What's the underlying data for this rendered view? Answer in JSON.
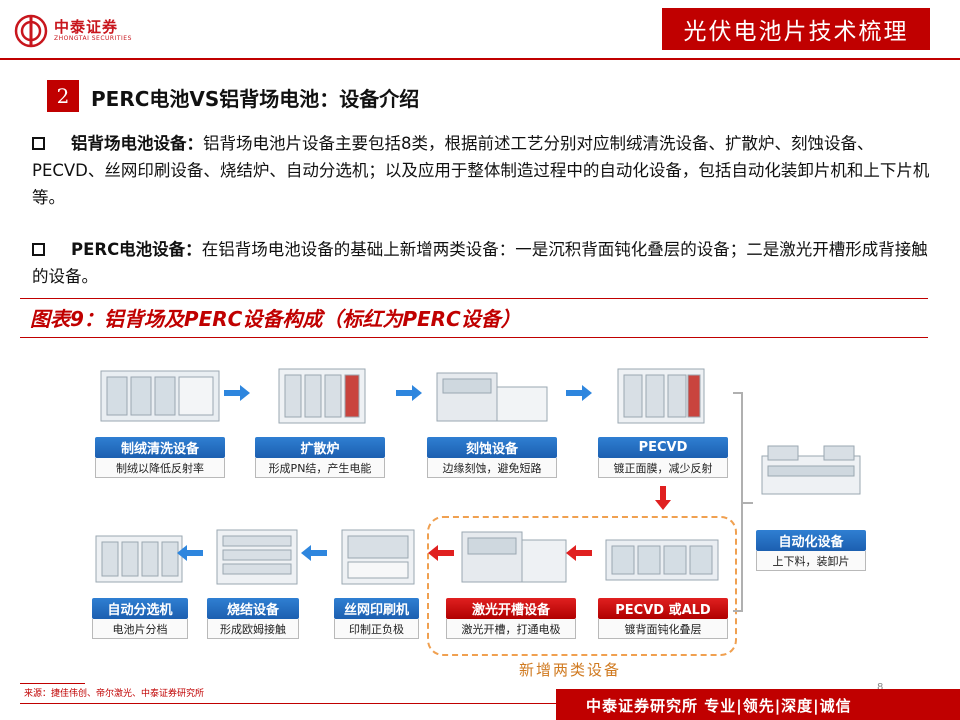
{
  "header": {
    "logo_cn": "中泰证券",
    "logo_en": "ZHONGTAI SECURITIES",
    "badge": "光伏电池片技术梳理"
  },
  "section": {
    "number": "2",
    "title": "PERC电池VS铝背场电池：设备介绍"
  },
  "paragraphs": [
    {
      "lead": "铝背场电池设备：",
      "text": "铝背场电池片设备主要包括8类，根据前述工艺分别对应制绒清洗设备、扩散炉、刻蚀设备、PECVD、丝网印刷设备、烧结炉、自动分选机；以及应用于整体制造过程中的自动化设备，包括自动化装卸片机和上下片机等。"
    },
    {
      "lead": "PERC电池设备：",
      "text": "在铝背场电池设备的基础上新增两类设备：一是沉积背面钝化叠层的设备；二是激光开槽形成背接触的设备。"
    }
  ],
  "figure": {
    "title": "图表9：铝背场及PERC设备构成（标红为PERC设备）",
    "new_equipment_label": "新增两类设备",
    "steps": [
      {
        "name": "制绒清洗设备",
        "desc": "制绒以降低反射率",
        "perc": false
      },
      {
        "name": "扩散炉",
        "desc": "形成PN结，产生电能",
        "perc": false
      },
      {
        "name": "刻蚀设备",
        "desc": "边缘刻蚀，避免短路",
        "perc": false
      },
      {
        "name": "PECVD",
        "desc": "镀正面膜，减少反射",
        "perc": false
      },
      {
        "name": "PECVD 或ALD",
        "desc": "镀背面钝化叠层",
        "perc": true
      },
      {
        "name": "激光开槽设备",
        "desc": "激光开槽，打通电极",
        "perc": true
      },
      {
        "name": "丝网印刷机",
        "desc": "印制正负极",
        "perc": false
      },
      {
        "name": "烧结设备",
        "desc": "形成欧姆接触",
        "perc": false
      },
      {
        "name": "自动分选机",
        "desc": "电池片分档",
        "perc": false
      },
      {
        "name": "自动化设备",
        "desc": "上下料，装卸片",
        "perc": false
      }
    ]
  },
  "footer": {
    "source": "来源：捷佳伟创、帝尔激光、中泰证券研究所",
    "page": "8",
    "slogan": "中泰证券研究所 专业|领先|深度|诚信"
  },
  "colors": {
    "brand_red": "#c00000",
    "label_blue": "#1c5fb0",
    "arrow_blue": "#2e86de",
    "arrow_red": "#e02020",
    "dashed_orange": "#f0a050"
  }
}
